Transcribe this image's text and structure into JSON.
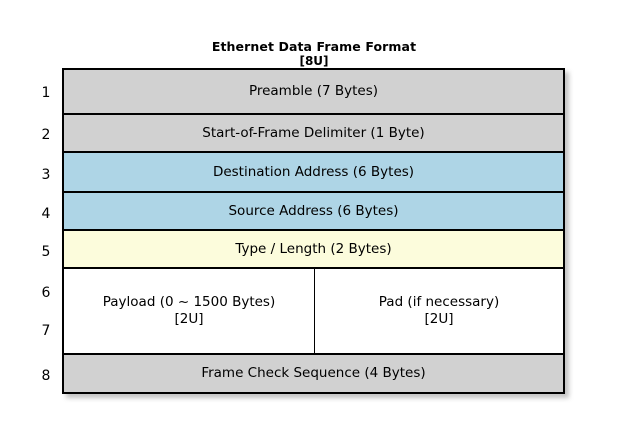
{
  "diagram": {
    "title": "Ethernet Data Frame Format",
    "subtitle": "[8U]",
    "colors": {
      "gray_fill": "#d1d1d1",
      "blue_fill": "#aed5e6",
      "yellow_fill": "#fcfcdc",
      "white_fill": "#ffffff",
      "border": "#000000",
      "background": "#ffffff"
    },
    "row_numbers": [
      "1",
      "2",
      "3",
      "4",
      "5",
      "6",
      "7",
      "8"
    ],
    "rows": [
      {
        "number": "1",
        "label": "Preamble (7 Bytes)",
        "fill": "gray"
      },
      {
        "number": "2",
        "label": "Start-of-Frame Delimiter (1 Byte)",
        "fill": "gray"
      },
      {
        "number": "3",
        "label": "Destination Address (6 Bytes)",
        "fill": "blue"
      },
      {
        "number": "4",
        "label": "Source Address (6 Bytes)",
        "fill": "blue"
      },
      {
        "number": "5",
        "label": "Type / Length (2 Bytes)",
        "fill": "yellow"
      },
      {
        "number": "6,7",
        "fill": "white",
        "split": true,
        "left": {
          "label": "Payload (0 ~ 1500 Bytes)",
          "sublabel": "[2U]"
        },
        "right": {
          "label": "Pad (if necessary)",
          "sublabel": "[2U]"
        }
      },
      {
        "number": "8",
        "label": "Frame Check Sequence (4 Bytes)",
        "fill": "gray"
      }
    ]
  }
}
